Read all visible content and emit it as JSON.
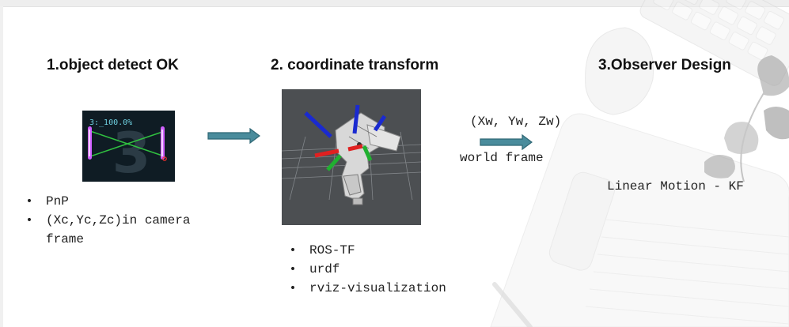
{
  "slide": {
    "sections": [
      {
        "heading": "1.object detect OK",
        "image": {
          "overlay_text": "3:_100.0%",
          "background_digit": "3"
        },
        "bullets": [
          {
            "line1": "PnP"
          },
          {
            "line1": "(Xc,Yc,Zc)in camera",
            "line2": "frame"
          }
        ]
      },
      {
        "heading": "2. coordinate transform",
        "bullets": [
          {
            "line1": "ROS-TF"
          },
          {
            "line1": "urdf"
          },
          {
            "line1": "rviz-visualization"
          }
        ]
      },
      {
        "heading": "3.Observer Design",
        "note": "Linear Motion - KF"
      }
    ],
    "transform_label": {
      "coords": "(Xw, Yw, Zw)",
      "frame": "world frame"
    },
    "colors": {
      "arrow_fill": "#4a8c9c",
      "arrow_stroke": "#2f6775",
      "axis_red": "#e02020",
      "axis_green": "#20b030",
      "axis_blue": "#1a2ad0",
      "detect_line": "#30c040",
      "detect_glow": "#d060ff"
    },
    "icons": [
      "arrow-right-icon",
      "arrow-right-icon"
    ]
  }
}
